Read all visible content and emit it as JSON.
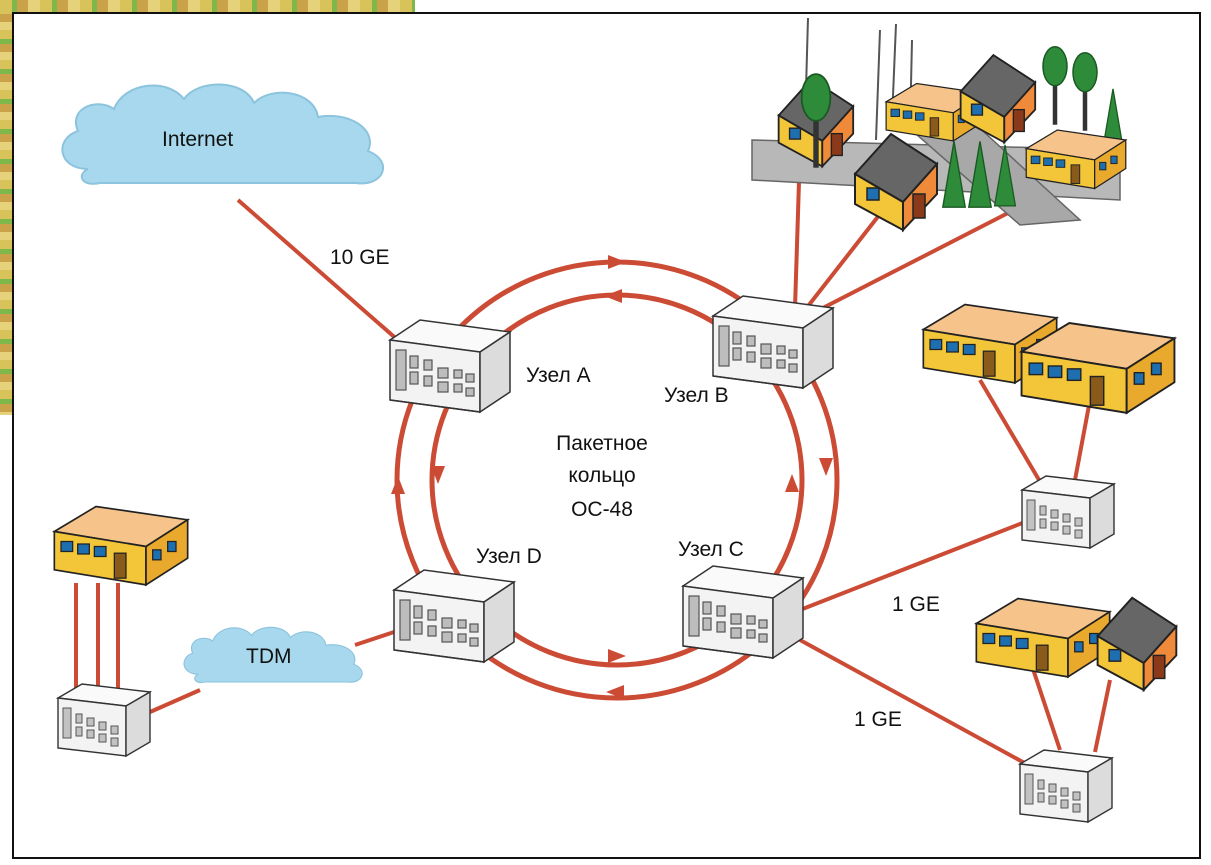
{
  "clouds": {
    "internet": "Internet",
    "tdm": "TDM"
  },
  "links": {
    "internet_link": "10 GE",
    "ge_upper": "1 GE",
    "ge_lower": "1 GE"
  },
  "nodes": {
    "a": "Узел A",
    "b": "Узел B",
    "c": "Узел C",
    "d": "Узел D"
  },
  "ring": {
    "line1": "Пакетное",
    "line2": "кольцо",
    "line3": "OC-48"
  },
  "colors": {
    "link": "#cc4b35",
    "cloud": "#a8d8ee",
    "building_yellow": "#f3c63a",
    "building_orange": "#ef8a3a",
    "roof_peach": "#f6c48b",
    "window": "#1d6fb0",
    "equipment": "#f1f2f2"
  }
}
